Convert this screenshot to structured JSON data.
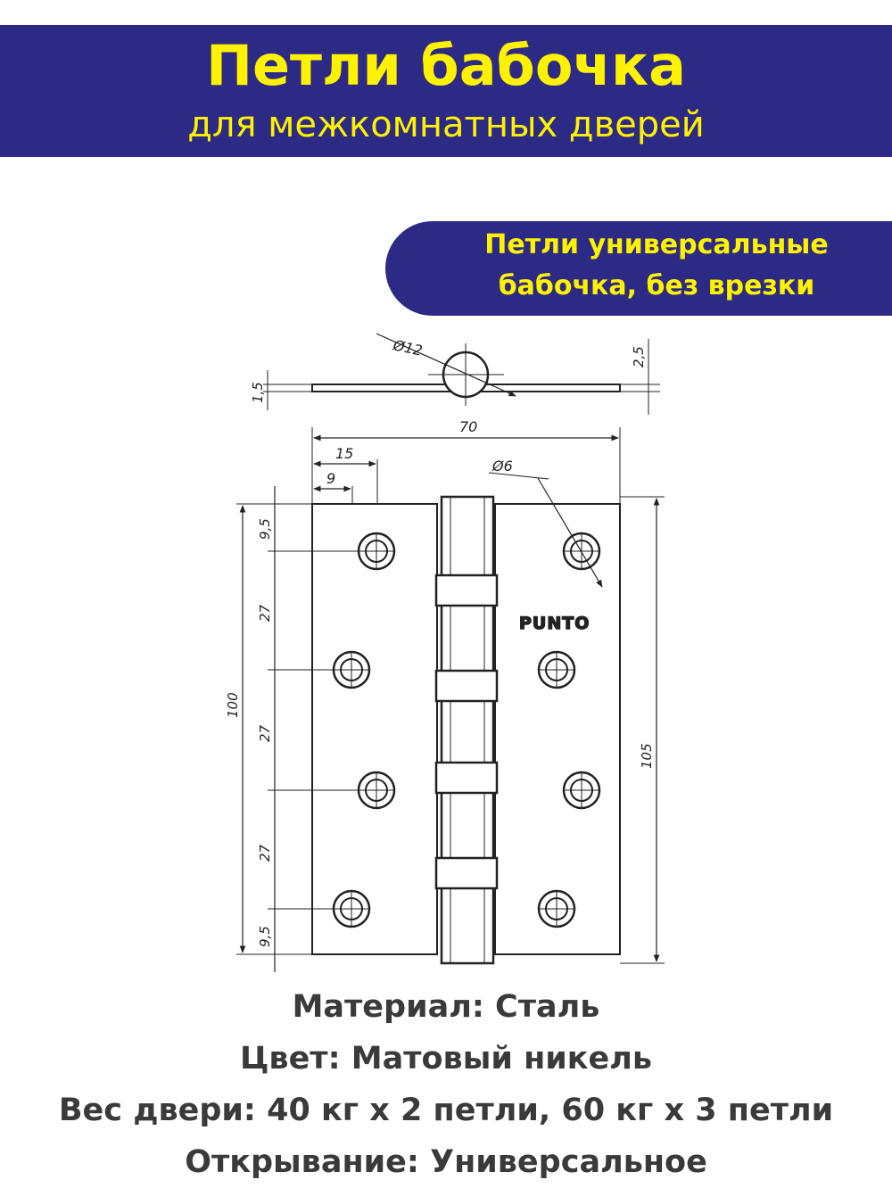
{
  "header": {
    "title": "Петли бабочка",
    "subtitle": "для межкомнатных дверей"
  },
  "badge": {
    "line1": "Петли универсальные",
    "line2": "бабочка, без врезки"
  },
  "drawing": {
    "brand": "PUNTO",
    "dims": {
      "pin_diameter": "Ø12",
      "thickness_right": "2,5",
      "thickness_left": "1,5",
      "total_width": "70",
      "hole_offset_15": "15",
      "hole_offset_9": "9",
      "hole_diameter": "Ø6",
      "top_margin": "9,5",
      "spacing_1": "27",
      "spacing_2": "27",
      "spacing_3": "27",
      "bottom_margin": "9,5",
      "plate_height": "100",
      "pin_height": "105"
    }
  },
  "specs": {
    "material": "Материал: Сталь",
    "color": "Цвет: Матовый никель",
    "weight": "Вес двери: 40 кг x 2 петли, 60 кг x 3 петли",
    "opening": "Открывание: Универсальное"
  },
  "colors": {
    "banner": "#2c2a84",
    "accent_text": "#fff200",
    "body_text": "#3a3a3a"
  }
}
